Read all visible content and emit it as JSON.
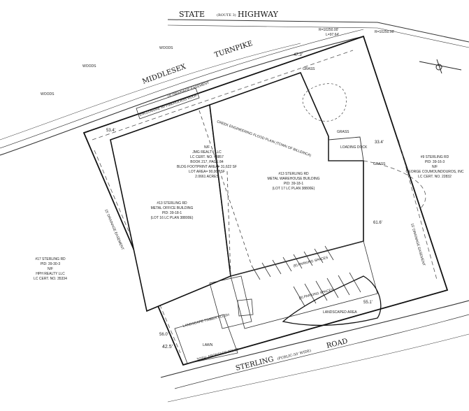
{
  "roads": {
    "north_main": "STATE",
    "north_sub": "(ROUTE 3)",
    "north_end": "HIGHWAY",
    "turnpike": "MIDDLESEX",
    "turnpike_end": "TURNPIKE",
    "south_main": "STERLING",
    "south_sub": "(PUBLIC-50' WIDE)",
    "south_end": "ROAD"
  },
  "woods": [
    "WOODS",
    "WOODS",
    "WOODS"
  ],
  "curve_labels": {
    "r1": "R=10250.00'",
    "r2": "R=10250.00'",
    "l1": "L=97.64'"
  },
  "easements": {
    "north": "15' DRAINAGE EASEMENT",
    "west": "15' DRAINAGE EASEMENT",
    "east": "15' DRAINAGE EASEMENT",
    "flood": "CREEK ENGINEERING FLOOD PLAIN (TOWN OF BILLERICA)"
  },
  "buildings": {
    "owner": {
      "l1": "N/F",
      "l2": "JMG REALTY LLC",
      "l3": "LC CERT. NO. 43857",
      "l4": "BOOK 217, PAGE 84",
      "l5": "BLDG FOOTPRINT AREA= 31,622 SF",
      "l6": "LOT AREA= 90,007 SF",
      "l7": "2.0661 ACRES"
    },
    "office": {
      "l1": "#13 STERLING RD",
      "l2": "METAL OFFICE BUILDING",
      "l3": "PID: 39-18-1",
      "l4": "(LOT 16 LC PLAN 38800E)"
    },
    "warehouse": {
      "l1": "#13 STERLING RD",
      "l2": "METAL WAREHOUSE BUILDING",
      "l3": "PID: 39-18-1",
      "l4": "(LOT 17 LC PLAN 38800E)"
    }
  },
  "abutters": {
    "west": {
      "l1": "#17 STERLING RD",
      "l2": "PID: 39-30-3",
      "l3": "N/F",
      "l4": "HPH REALTY LLC",
      "l5": "LC CERT. NO. 35334"
    },
    "east": {
      "l1": "#9 STERLING RD",
      "l2": "PID: 39-16-3",
      "l3": "N/F",
      "l4": "GEORGE COUMOUNDOUROS, INC",
      "l5": "LC CERT. NO. 22832"
    }
  },
  "site": {
    "parking1": "(8) PARKING SPACES",
    "parking2": "(9) PARKING SPACES",
    "landscaped": "LANDSCAPED AREA",
    "lawn": "LAWN",
    "timber": "LANDSCAPE TIMBER FLUSH",
    "frontage": "TOTAL FRONTAGE 358.00'",
    "grass1": "GRASS",
    "grass2": "GRASS",
    "grass3": "GRASS",
    "loading": "LOADING DOCK",
    "enclosure": "ENCLOSURE W/ FIBERGLASS ROOF",
    "dim1": "42.5'",
    "dim2": "56.0'",
    "dim3": "33.4'",
    "dim4": "61.6'",
    "dim5": "55.1'",
    "dim6": "47.3'",
    "dim7": "53.4'"
  }
}
